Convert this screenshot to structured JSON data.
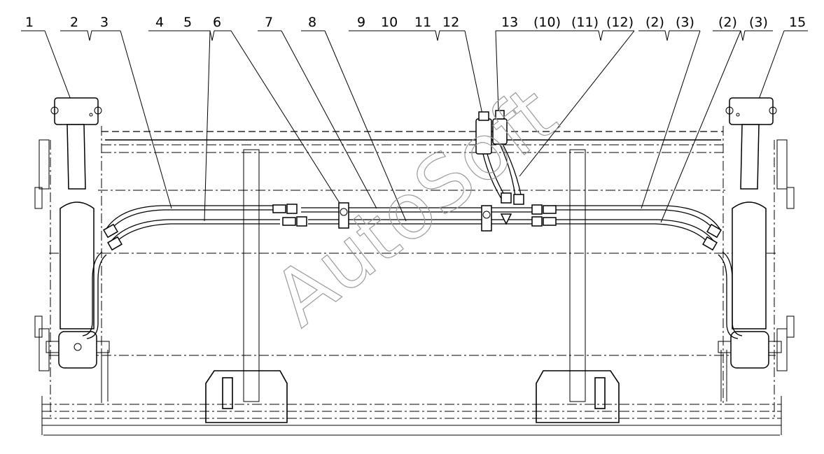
{
  "callouts": [
    {
      "id": "c1",
      "text": "1"
    },
    {
      "id": "c2",
      "text": "2"
    },
    {
      "id": "c3",
      "text": "3"
    },
    {
      "id": "c4",
      "text": "4"
    },
    {
      "id": "c5",
      "text": "5"
    },
    {
      "id": "c6",
      "text": "6"
    },
    {
      "id": "c7",
      "text": "7"
    },
    {
      "id": "c8",
      "text": "8"
    },
    {
      "id": "c9",
      "text": "9"
    },
    {
      "id": "c10",
      "text": "10"
    },
    {
      "id": "c11",
      "text": "11"
    },
    {
      "id": "c12",
      "text": "12"
    },
    {
      "id": "c13",
      "text": "13"
    },
    {
      "id": "c10b",
      "text": "(10)"
    },
    {
      "id": "c11b",
      "text": "(11)"
    },
    {
      "id": "c12b",
      "text": "(12)"
    },
    {
      "id": "c2b",
      "text": "(2)"
    },
    {
      "id": "c3b",
      "text": "(3)"
    },
    {
      "id": "c2c",
      "text": "(2)"
    },
    {
      "id": "c3c",
      "text": "(3)"
    },
    {
      "id": "c15",
      "text": "15"
    }
  ],
  "watermark": "AutoSoft"
}
